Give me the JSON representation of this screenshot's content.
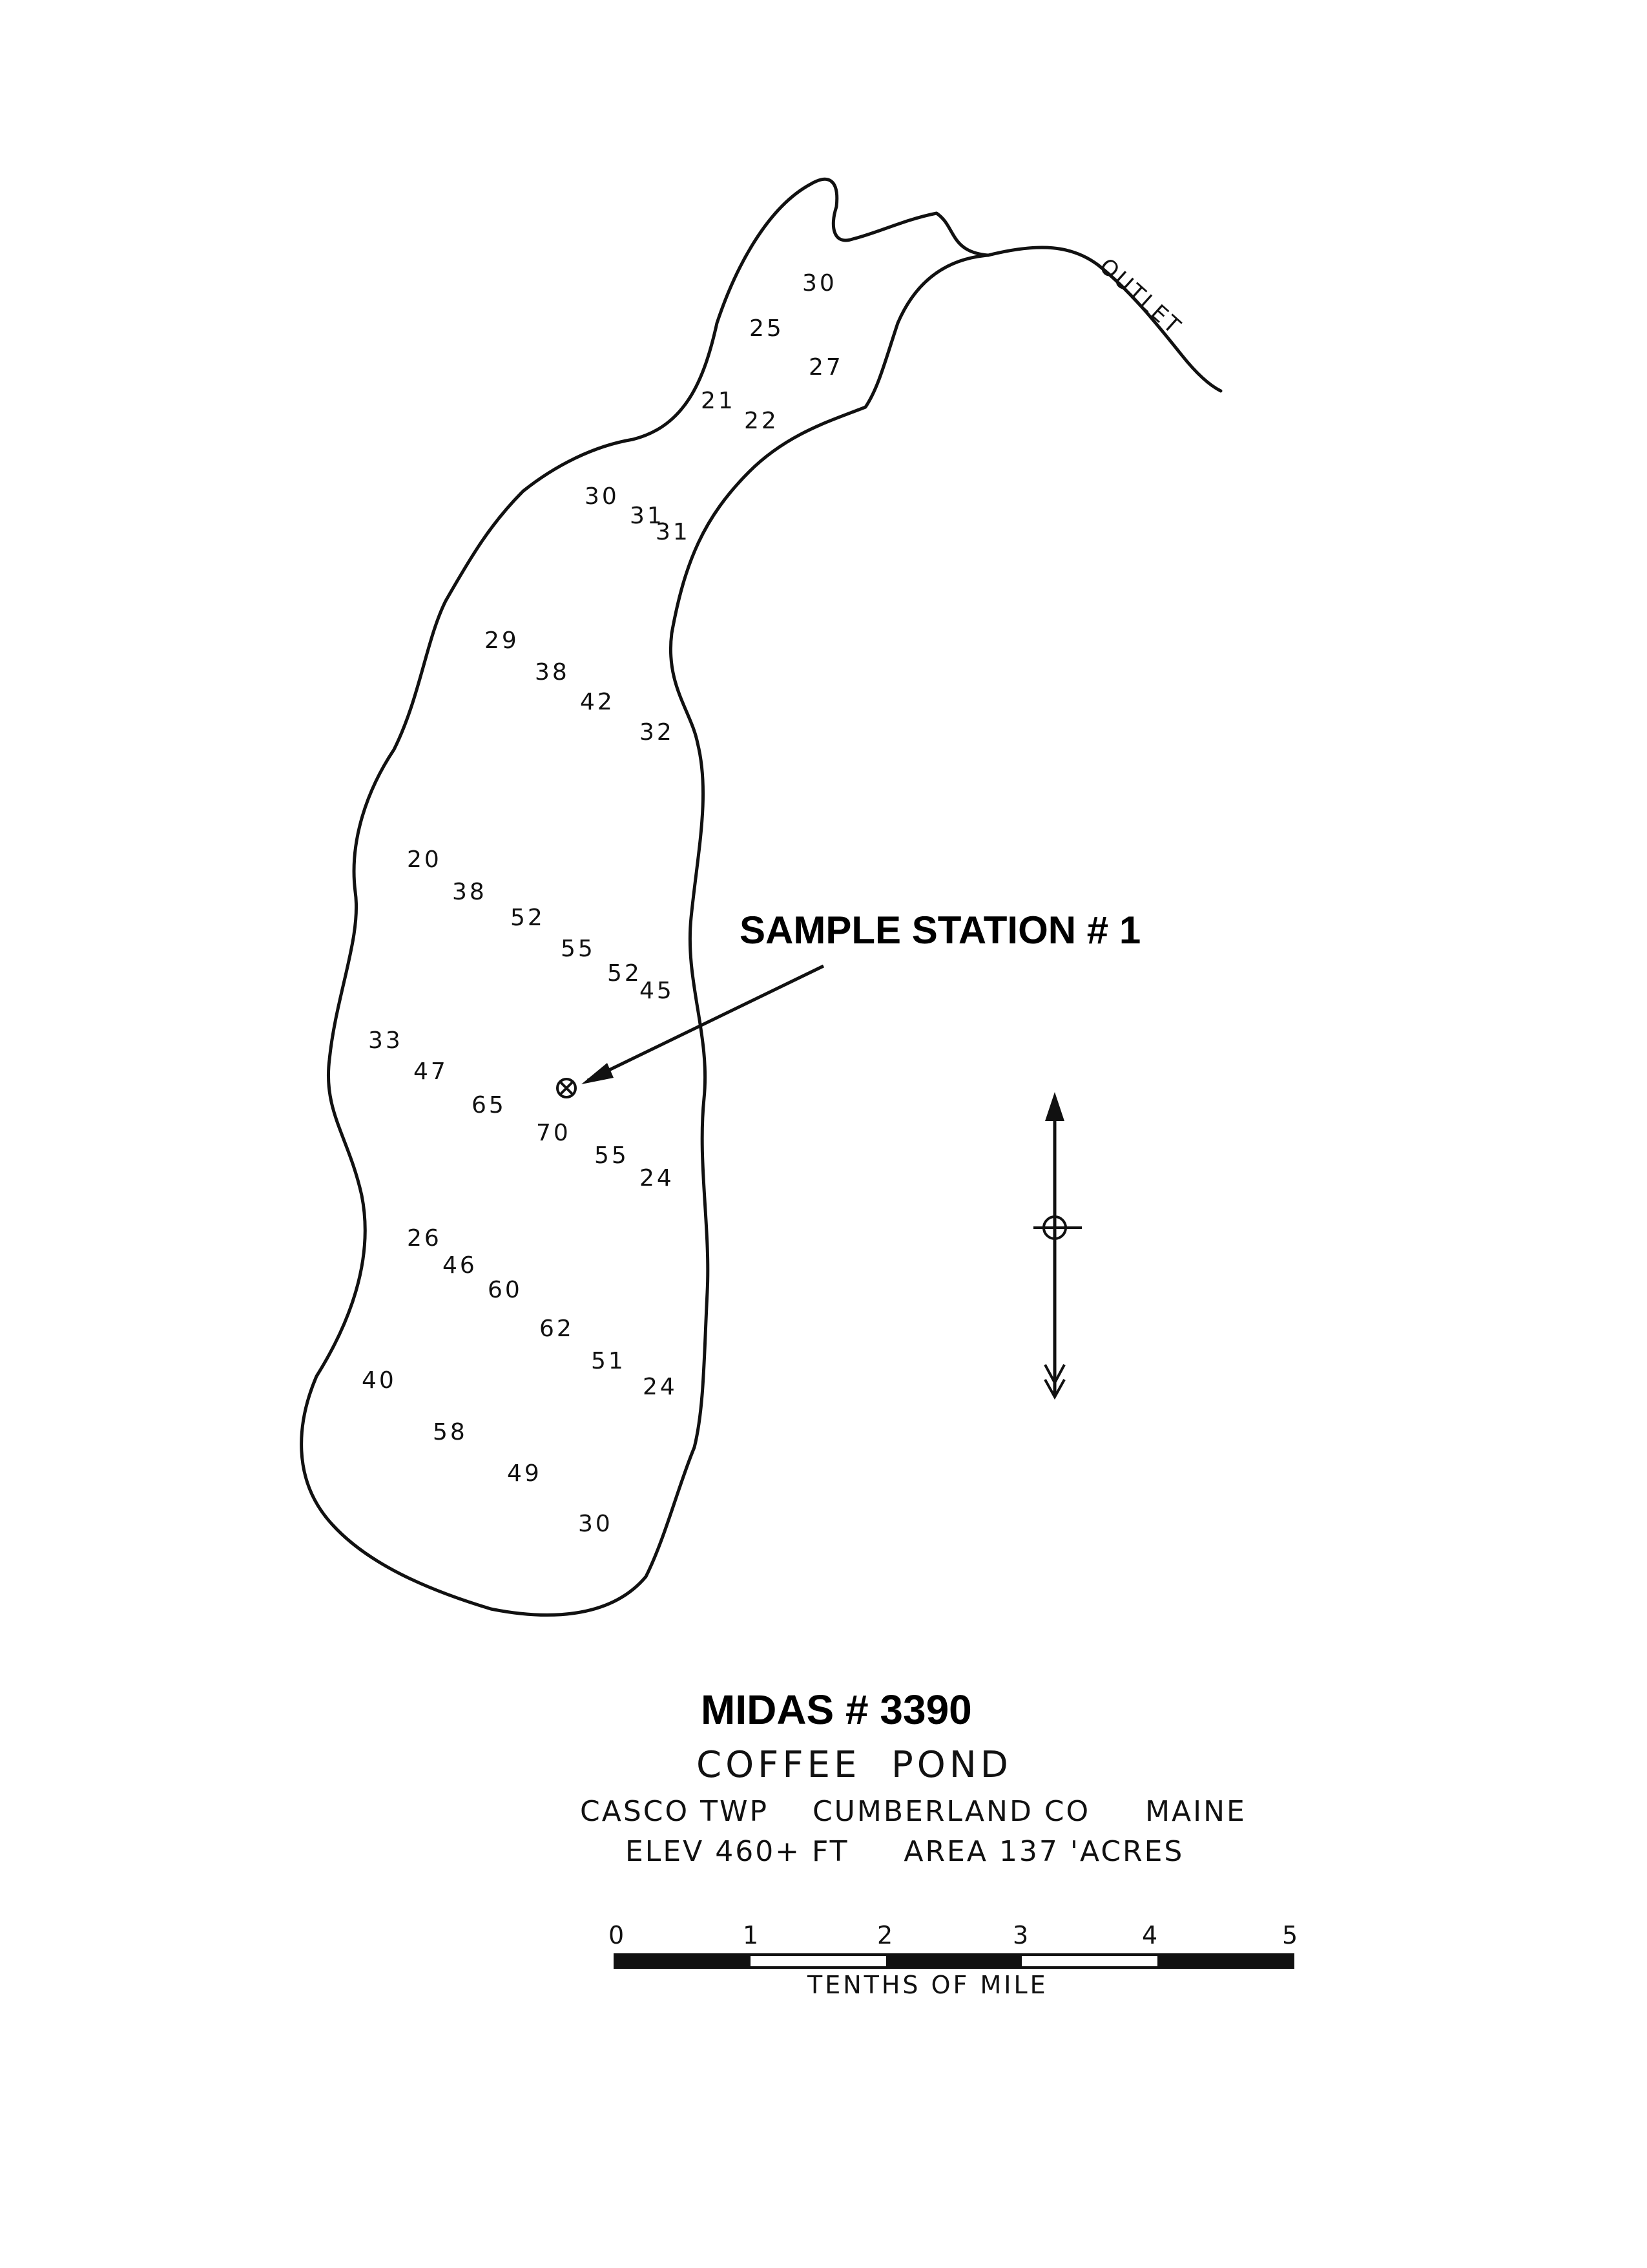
{
  "map": {
    "outlet_label": "OUTLET",
    "station_label": "SAMPLE STATION # 1",
    "midas_label": "MIDAS # 3390",
    "pond_name": "COFFEE  POND",
    "location_line": "CASCO TWP    CUMBERLAND CO     MAINE",
    "elevation_line": "ELEV 460+ FT     AREA 137 'ACRES",
    "scale": {
      "ticks": [
        "0",
        "1",
        "2",
        "3",
        "4",
        "5"
      ],
      "unit_label": "TENTHS OF MILE"
    },
    "depths": [
      "30",
      "25",
      "27",
      "21",
      "22",
      "30",
      "31",
      "31",
      "29",
      "38",
      "42",
      "32",
      "20",
      "38",
      "52",
      "55",
      "52",
      "45",
      "33",
      "47",
      "65",
      "70",
      "55",
      "24",
      "26",
      "46",
      "60",
      "62",
      "51",
      "24",
      "40",
      "58",
      "49",
      "30"
    ],
    "colors": {
      "ink": "#111111",
      "paper": "#ffffff"
    },
    "icons": [
      "north-arrow-icon",
      "station-marker-icon"
    ]
  }
}
